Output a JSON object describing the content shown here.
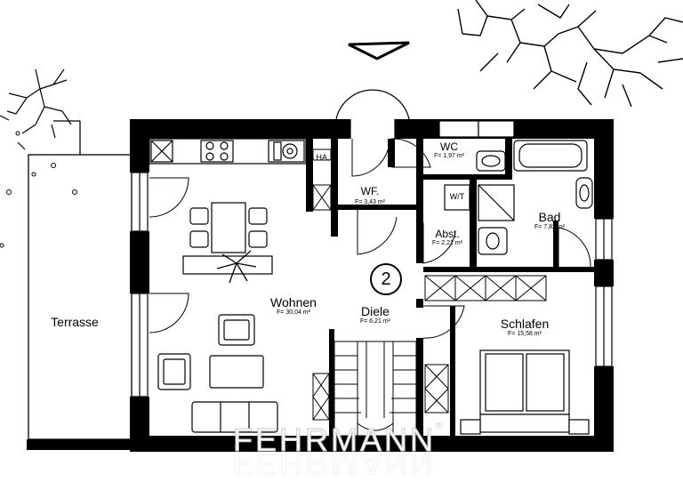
{
  "rooms": {
    "wohnen": {
      "name": "Wohnen",
      "area": "F= 30,04 m²"
    },
    "diele": {
      "name": "Diele",
      "area": "F= 6,21 m²"
    },
    "schlafen": {
      "name": "Schlafen",
      "area": "F= 15,58 m²"
    },
    "bad": {
      "name": "Bad",
      "area": "F= 7,82 m²"
    },
    "wc": {
      "name": "WC",
      "area": "F= 1,97 m²"
    },
    "wf": {
      "name": "WF.",
      "area": "F= 3,43 m²"
    },
    "abst": {
      "name": "Abst.",
      "area": "F= 2,21 m²"
    },
    "ha": {
      "name": "HA."
    },
    "wt": {
      "name": "W/T"
    },
    "terrasse": {
      "name": "Terrasse"
    }
  },
  "unit_number": "2",
  "watermark": "FEHRMANN",
  "watermark_mark": "®",
  "colors": {
    "wall": "#000000",
    "background": "#ffffff",
    "watermark_stroke": "#c8c8c8"
  }
}
